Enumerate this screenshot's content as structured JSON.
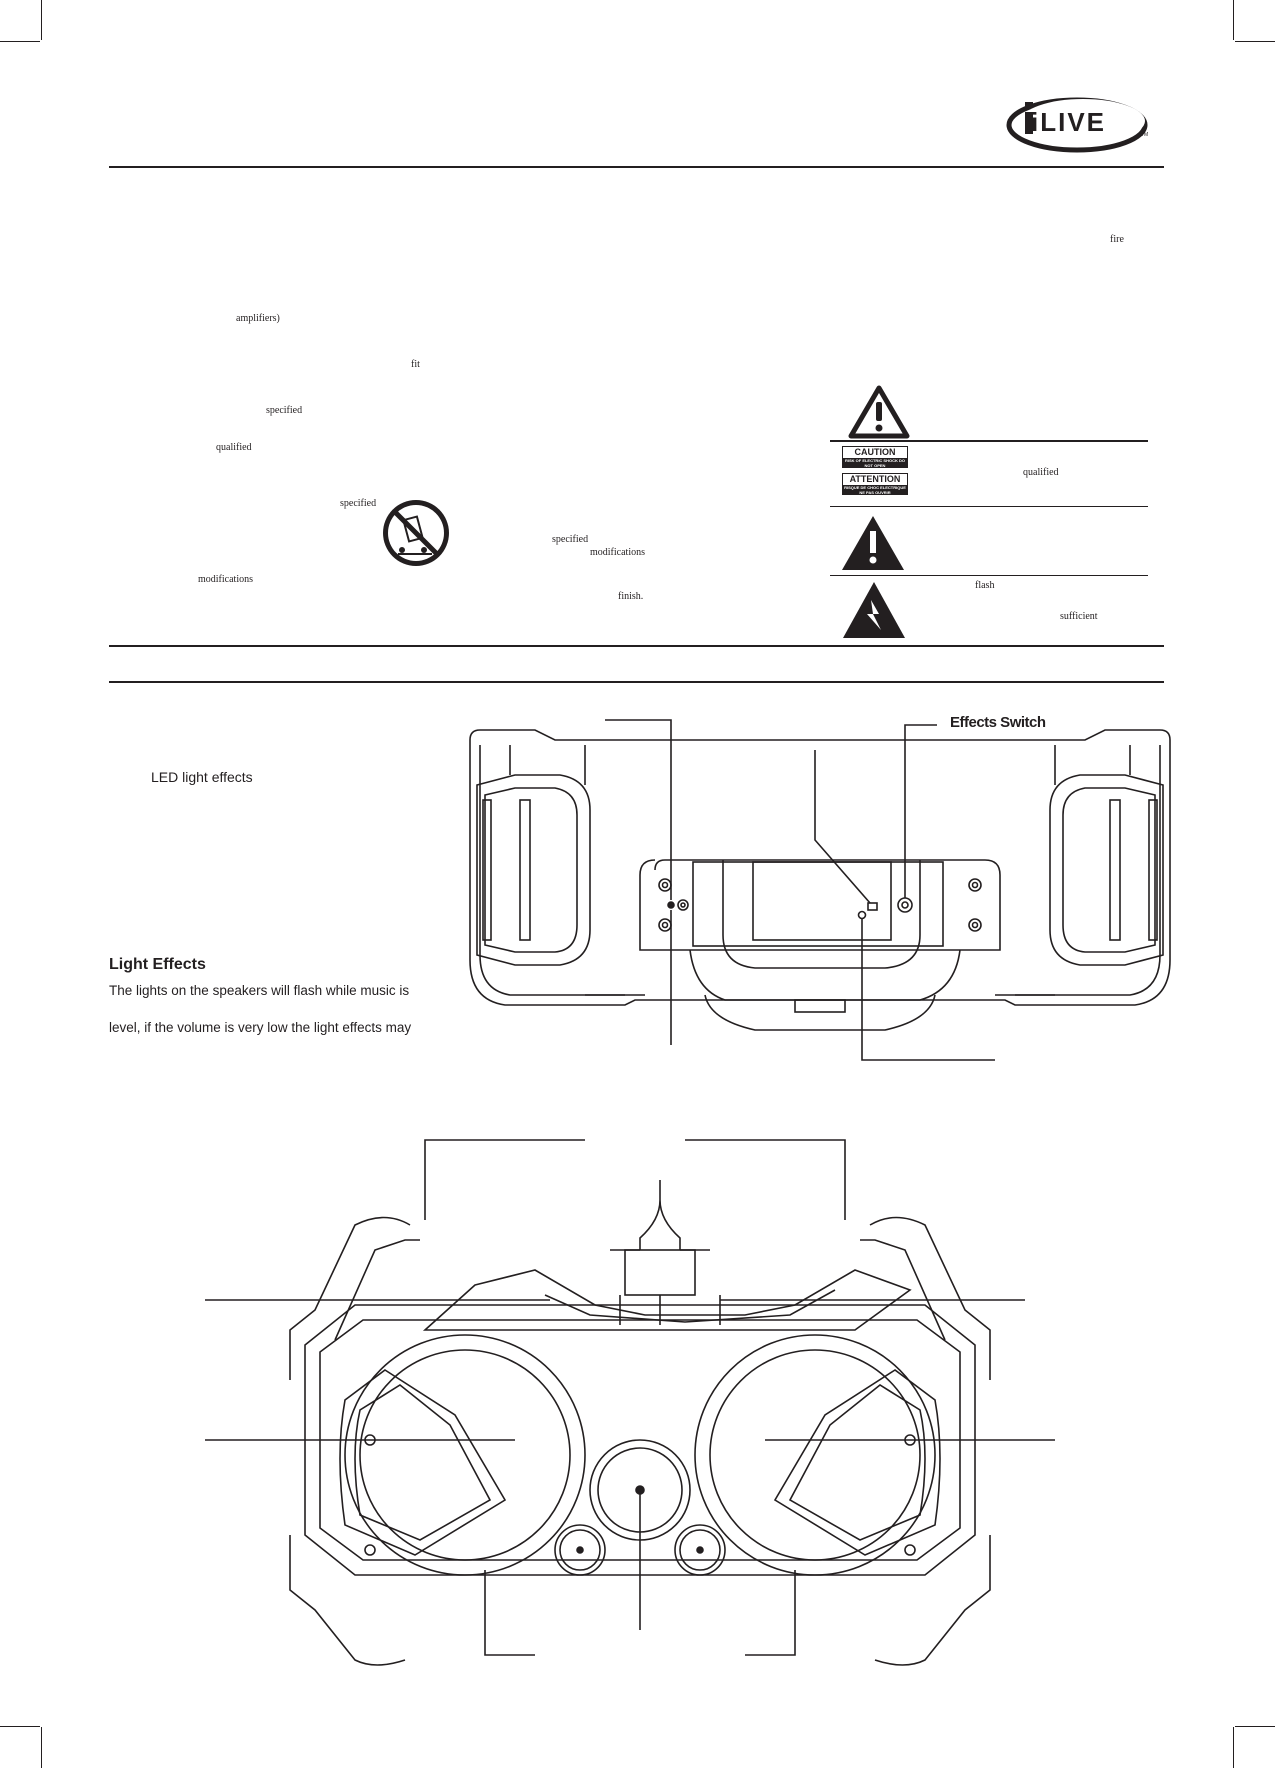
{
  "logo": {
    "text": "iLIVE",
    "tm": "TM"
  },
  "safety": {
    "fragments": {
      "fire": "fire",
      "amplifiers": "amplifiers)",
      "fit": "fit",
      "specified_1": "specified",
      "qualified_1": "qualified",
      "specified_2": "specified",
      "specified_3": "specified",
      "modifications_1": "modifications",
      "modifications_2": "modifications",
      "finish": "finish.",
      "qualified_2": "qualified",
      "flash": "flash",
      "sufficient": "sufficient"
    },
    "caution_label": "CAUTION",
    "caution_sub": "RISK OF ELECTRIC SHOCK DO NOT OPEN",
    "attention_label": "ATTENTION",
    "attention_sub": "RISQUE DE CHOC ELECTRIQUE NE PAS OUVRIR"
  },
  "rear_panel": {
    "led_light_effects": "LED light effects",
    "effects_switch": "Effects Switch",
    "light_effects_heading": "Light Effects",
    "light_effects_line1": "The lights on the speakers will flash while music is",
    "light_effects_line2": "level, if the volume is very low the light effects may"
  },
  "colors": {
    "ink": "#231f20",
    "paper": "#ffffff"
  },
  "icons": [
    "warning-triangle-icon",
    "caution-label-icon",
    "exclamation-triangle-icon",
    "lightning-triangle-icon",
    "no-cart-tipover-icon"
  ]
}
